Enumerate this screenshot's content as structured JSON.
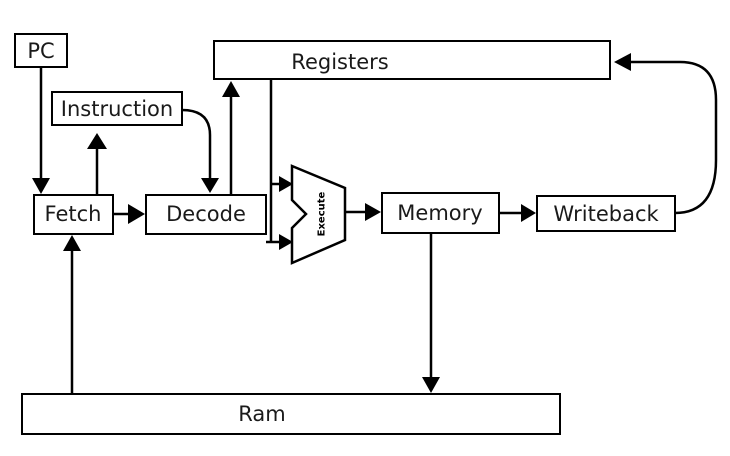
{
  "nodes": {
    "pc": "PC",
    "instruction": "Instruction",
    "fetch": "Fetch",
    "decode": "Decode",
    "registers": "Registers",
    "alu": "Execute",
    "memory": "Memory",
    "writeback": "Writeback",
    "ram": "Ram"
  },
  "colors": {
    "stroke": "#000000",
    "background": "#ffffff",
    "text": "#1a1a1a"
  }
}
